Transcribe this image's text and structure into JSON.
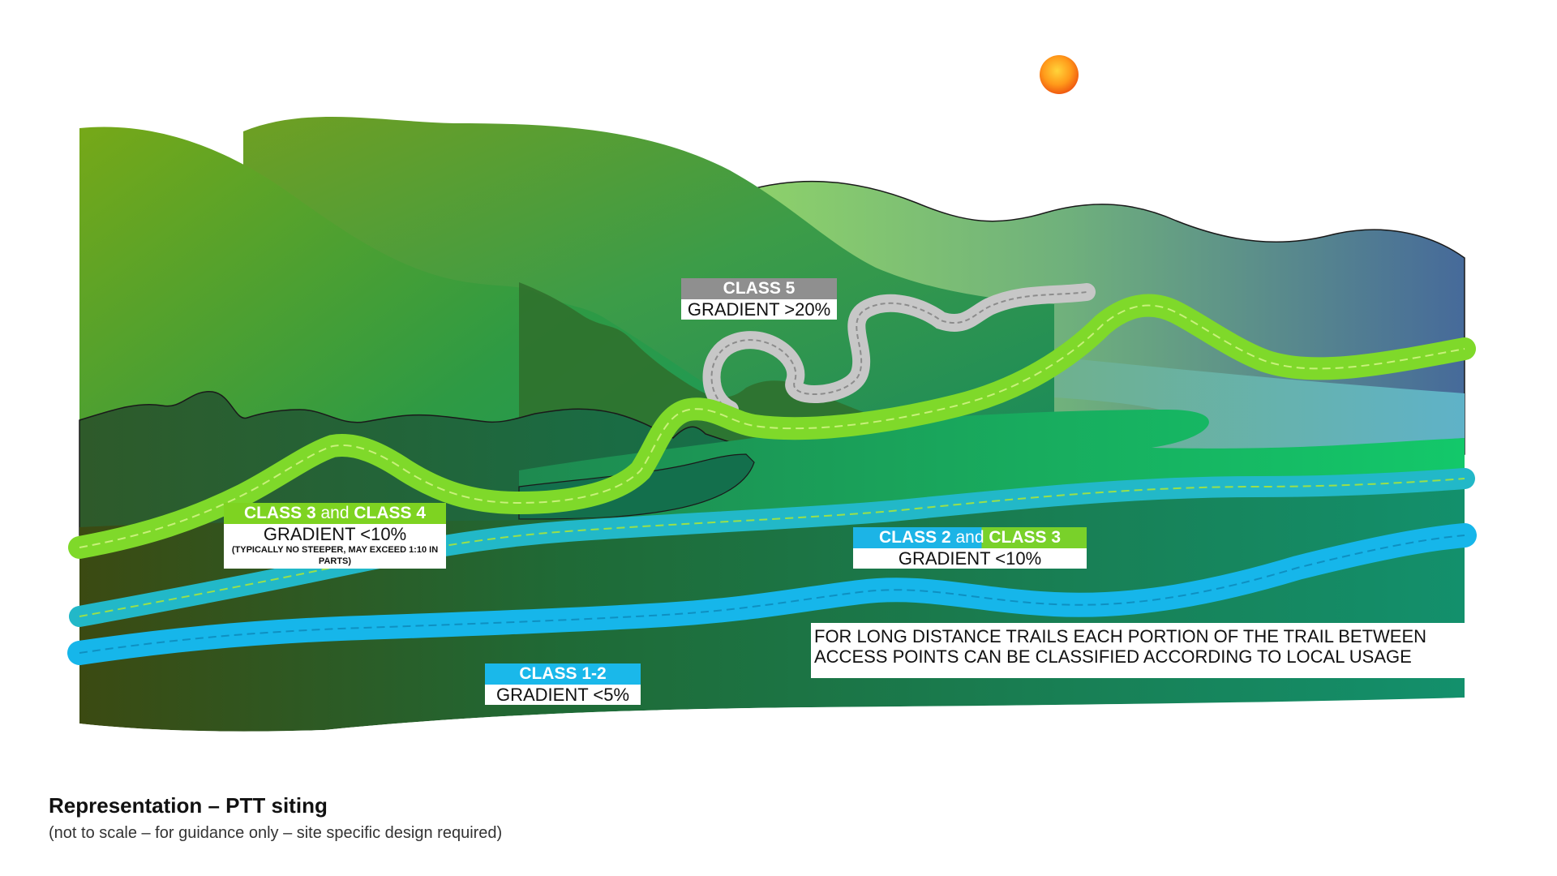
{
  "colors": {
    "class5": "#8f8f8f",
    "class34": "#7ed321",
    "class23_blue": "#1cb4e6",
    "class23_green": "#79d12a",
    "class12": "#1ab8ea",
    "sun": "#f57c00"
  },
  "labels": {
    "class5": {
      "title": "CLASS 5",
      "gradient": "GRADIENT >20%"
    },
    "class34": {
      "title_a": "CLASS 3",
      "title_and": "and",
      "title_b": "CLASS 4",
      "gradient": "GRADIENT <10%",
      "note": "(TYPICALLY NO STEEPER, MAY EXCEED 1:10 IN PARTS)"
    },
    "class23": {
      "title_a": "CLASS 2",
      "title_and": "and",
      "title_b": "CLASS 3",
      "gradient": "GRADIENT <10%"
    },
    "class12": {
      "title": "CLASS 1-2",
      "gradient": "GRADIENT <5%"
    }
  },
  "note": "FOR LONG DISTANCE TRAILS EACH PORTION OF THE TRAIL BETWEEN ACCESS POINTS CAN BE CLASSIFIED ACCORDING TO LOCAL USAGE",
  "caption": {
    "title": "Representation – PTT siting",
    "subtitle": "(not to scale – for guidance only – site specific design required)"
  }
}
